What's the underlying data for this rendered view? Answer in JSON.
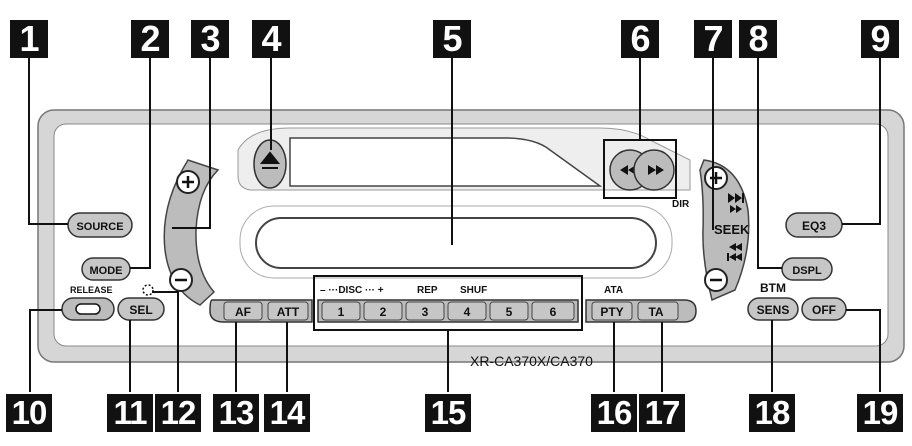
{
  "callouts": {
    "top": [
      "1",
      "2",
      "3",
      "4",
      "5",
      "6",
      "7",
      "8",
      "9"
    ],
    "bottom": [
      "10",
      "11",
      "12",
      "13",
      "14",
      "15",
      "16",
      "17",
      "18",
      "19"
    ]
  },
  "buttons": {
    "source": "SOURCE",
    "mode": "MODE",
    "eq3": "EQ3",
    "dspl": "DSPL",
    "sel": "SEL",
    "af": "AF",
    "att": "ATT",
    "pty": "PTY",
    "ta": "TA",
    "sens": "SENS",
    "off": "OFF",
    "presets": [
      "1",
      "2",
      "3",
      "4",
      "5",
      "6"
    ]
  },
  "labels": {
    "release": "RELEASE",
    "disc": "– ···DISC ··· +",
    "rep": "REP",
    "shuf": "SHUF",
    "ata": "ATA",
    "btm": "BTM",
    "seek": "SEEK",
    "dir": "DIR",
    "model": "XR-CA370X/CA370"
  },
  "icons": {
    "eject": "eject-icon",
    "rewind": "rewind-icon",
    "fast_forward": "fast-forward-icon",
    "plus": "plus-icon",
    "minus": "minus-icon",
    "next_track": "next-track-icon",
    "prev_track": "prev-track-icon"
  }
}
